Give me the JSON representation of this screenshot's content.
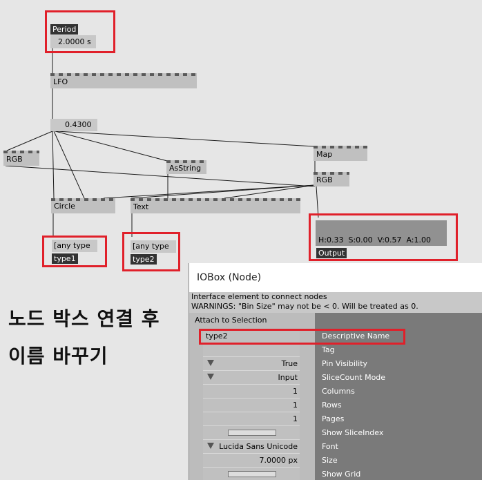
{
  "nodes": {
    "period": {
      "label": "Period",
      "value": "2.0000 s"
    },
    "lfo": {
      "label": "LFO"
    },
    "lfo_out": {
      "value": "0.4300"
    },
    "rgb1": {
      "label": "RGB"
    },
    "asstring": {
      "label": "AsString"
    },
    "map": {
      "label": "Map"
    },
    "rgb2": {
      "label": "RGB"
    },
    "circle": {
      "label": "Circle"
    },
    "text": {
      "label": "Text"
    },
    "iobox1": {
      "value": "[any type",
      "name": "type1"
    },
    "iobox2": {
      "value": "[any type",
      "name": "type2"
    },
    "output": {
      "value": "H:0.33  S:0.00  V:0.57  A:1.00",
      "label": "Output"
    }
  },
  "annotation": {
    "line1": "노드 박스 연결 후",
    "line2": "이름 바꾸기"
  },
  "inspector": {
    "title": "IOBox (Node)",
    "info_line1": "Interface element to connect nodes",
    "info_line2": "WARNINGS: \"Bin Size\" may not be < 0. Will be treated as 0.",
    "attach_label": "Attach to Selection",
    "rows": [
      {
        "value": "type2",
        "name": "Descriptive Name"
      },
      {
        "value": "",
        "name": "Tag"
      },
      {
        "value": "True",
        "name": "Pin Visibility"
      },
      {
        "value": "Input",
        "name": "SliceCount Mode"
      },
      {
        "value": "1",
        "name": "Columns"
      },
      {
        "value": "1",
        "name": "Rows"
      },
      {
        "value": "1",
        "name": "Pages"
      },
      {
        "value": "",
        "name": "Show SliceIndex"
      },
      {
        "value": "Lucida Sans Unicode",
        "name": "Font"
      },
      {
        "value": "7.0000 px",
        "name": "Size"
      },
      {
        "value": "",
        "name": "Show Grid"
      }
    ]
  },
  "colors": {
    "highlight": "#e0202a",
    "wire": "#1a1a1a"
  }
}
